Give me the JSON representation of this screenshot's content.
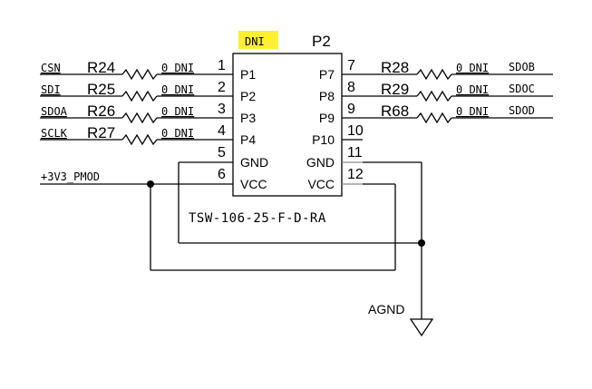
{
  "header": {
    "dni_tag": "DNI",
    "highlight_color": "#ffee33",
    "designator": "P2"
  },
  "connector": {
    "part_number": "TSW-106-25-F-D-RA",
    "left_pins": [
      {
        "num": "1",
        "label": "P1"
      },
      {
        "num": "2",
        "label": "P2"
      },
      {
        "num": "3",
        "label": "P3"
      },
      {
        "num": "4",
        "label": "P4"
      },
      {
        "num": "5",
        "label": "GND"
      },
      {
        "num": "6",
        "label": "VCC"
      }
    ],
    "right_pins": [
      {
        "num": "7",
        "label": "P7"
      },
      {
        "num": "8",
        "label": "P8"
      },
      {
        "num": "9",
        "label": "P9"
      },
      {
        "num": "10",
        "label": "P10"
      },
      {
        "num": "11",
        "label": "GND"
      },
      {
        "num": "12",
        "label": "VCC"
      }
    ]
  },
  "left_resistors": [
    {
      "net": "CSN",
      "ref": "R24",
      "value": "0 DNI"
    },
    {
      "net": "SDI",
      "ref": "R25",
      "value": "0 DNI"
    },
    {
      "net": "SDOA",
      "ref": "R26",
      "value": "0 DNI"
    },
    {
      "net": "SCLK",
      "ref": "R27",
      "value": "0 DNI"
    }
  ],
  "right_resistors": [
    {
      "net": "SDOB",
      "ref": "R28",
      "value": "0 DNI"
    },
    {
      "net": "SDOC",
      "ref": "R29",
      "value": "0 DNI"
    },
    {
      "net": "SDOD",
      "ref": "R68",
      "value": "0 DNI"
    }
  ],
  "power_net": "+3V3_PMOD",
  "ground_net": "AGND"
}
